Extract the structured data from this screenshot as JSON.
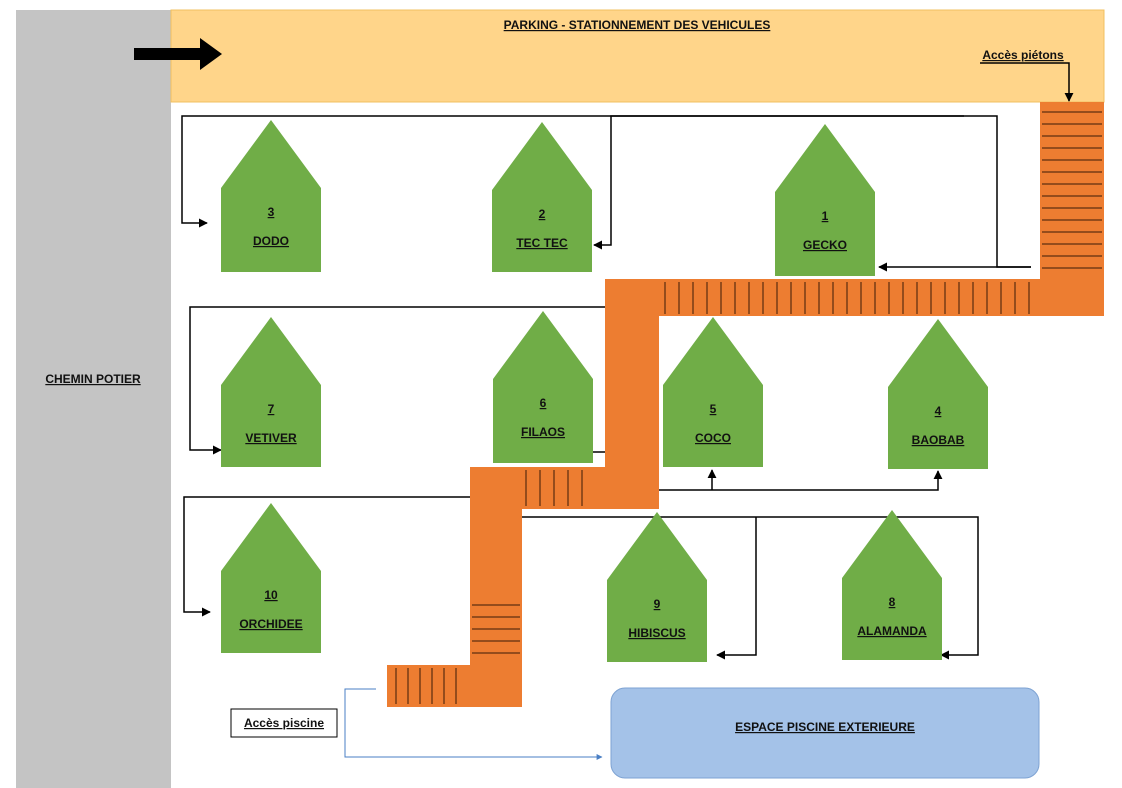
{
  "parking": {
    "label": "PARKING - STATIONNEMENT DES VEHICULES"
  },
  "street": {
    "label": "CHEMIN POTIER"
  },
  "pedestrian_access": {
    "label": "Accès piétons"
  },
  "pool_access": {
    "label": "Accès piscine"
  },
  "pool": {
    "label": "ESPACE PISCINE EXTERIEURE"
  },
  "colors": {
    "house": "#70ad47",
    "path": "#ed7d31",
    "parking": "#ffd58a",
    "street": "#c4c4c4",
    "pool": "#a4c2e8"
  },
  "houses": [
    {
      "number": "3",
      "name": "DODO"
    },
    {
      "number": "2",
      "name": "TEC TEC"
    },
    {
      "number": "1",
      "name": "GECKO"
    },
    {
      "number": "7",
      "name": "VETIVER"
    },
    {
      "number": "6",
      "name": "FILAOS"
    },
    {
      "number": "5",
      "name": "COCO"
    },
    {
      "number": "4",
      "name": "BAOBAB"
    },
    {
      "number": "10",
      "name": "ORCHIDEE"
    },
    {
      "number": "9",
      "name": "HIBISCUS"
    },
    {
      "number": "8",
      "name": "ALAMANDA"
    }
  ]
}
